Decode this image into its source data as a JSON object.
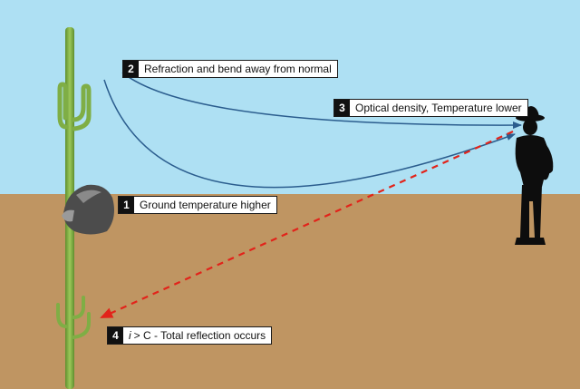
{
  "colors": {
    "sky": "#aee0f3",
    "ground": "#bf9562",
    "ray": "#2b5d8e",
    "reflection": "#e2231a",
    "cactus": "#86b34a",
    "rock": "#4c4c4c",
    "silhouette": "#0d0d0d"
  },
  "labels": [
    {
      "num": "2",
      "italic": "",
      "text": "Refraction and bend away from normal"
    },
    {
      "num": "3",
      "italic": "",
      "text": "Optical density, Temperature lower"
    },
    {
      "num": "1",
      "italic": "",
      "text": "Ground temperature higher"
    },
    {
      "num": "4",
      "italic": "i",
      "text": "> C - Total reflection occurs"
    }
  ]
}
